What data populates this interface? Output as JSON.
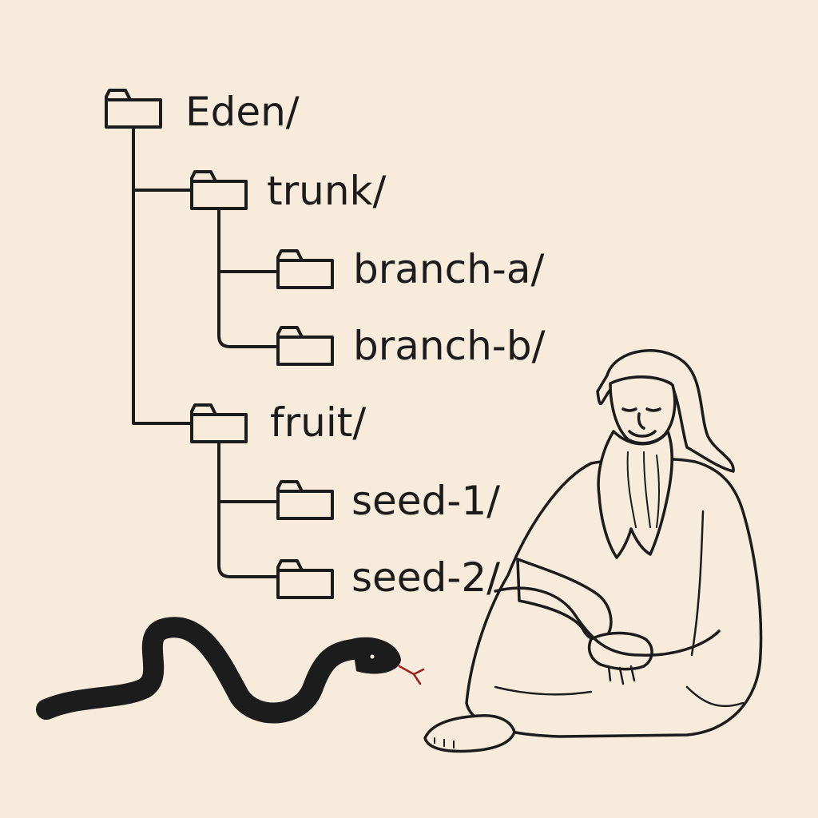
{
  "tree": {
    "root": {
      "label": "Eden/",
      "icon": "folder-icon"
    },
    "children": [
      {
        "label": "trunk/",
        "icon": "folder-icon",
        "children": [
          {
            "label": "branch-a/",
            "icon": "folder-icon"
          },
          {
            "label": "branch-b/",
            "icon": "folder-icon"
          }
        ]
      },
      {
        "label": "fruit/",
        "icon": "folder-icon",
        "children": [
          {
            "label": "seed-1/",
            "icon": "folder-icon"
          },
          {
            "label": "seed-2/",
            "icon": "folder-icon"
          }
        ]
      }
    ]
  },
  "illustrations": {
    "snake": "snake-illustration",
    "sage": "bearded-sage-illustration"
  },
  "colors": {
    "background": "#f7ebdc",
    "ink": "#1c1c1c",
    "snake_tongue": "#9b1d1d"
  }
}
